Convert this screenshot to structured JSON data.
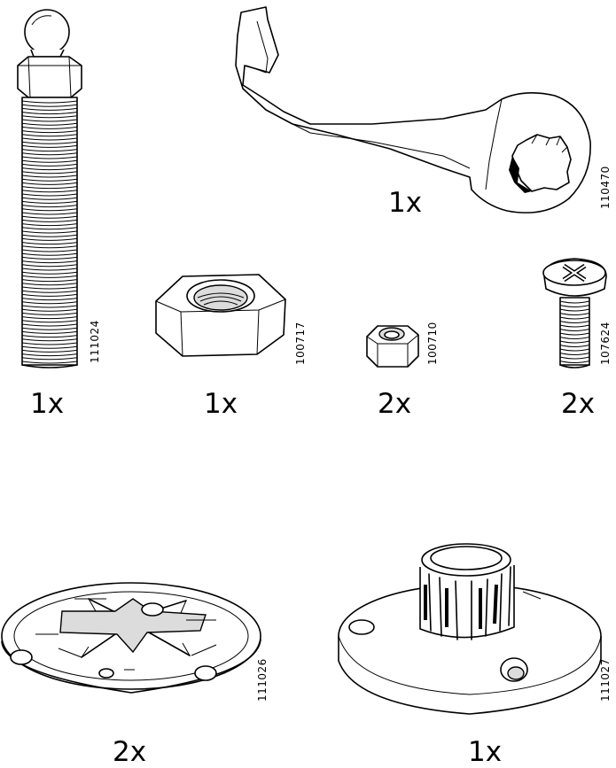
{
  "parts": [
    {
      "id": "bolt",
      "code": "111024",
      "qty": "1x"
    },
    {
      "id": "wrench",
      "code": "110470",
      "qty": "1x"
    },
    {
      "id": "large-nut",
      "code": "100717",
      "qty": "1x"
    },
    {
      "id": "small-nut",
      "code": "100710",
      "qty": "2x"
    },
    {
      "id": "screw",
      "code": "107624",
      "qty": "2x"
    },
    {
      "id": "disc",
      "code": "111026",
      "qty": "2x"
    },
    {
      "id": "base",
      "code": "111027",
      "qty": "1x"
    }
  ]
}
